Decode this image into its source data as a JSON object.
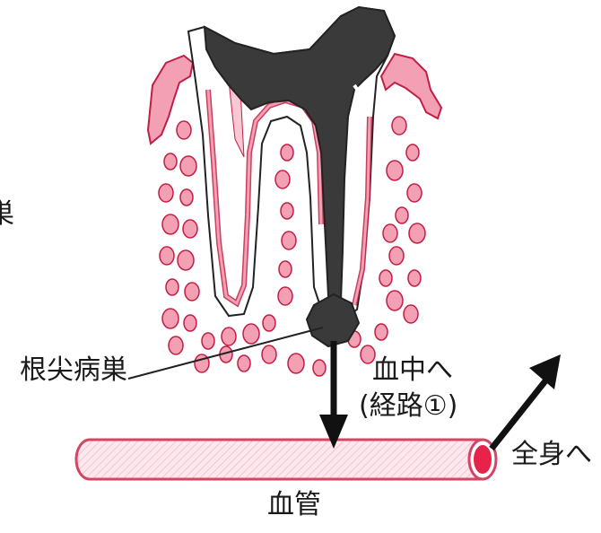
{
  "labels": {
    "edge_fragment": "巣",
    "root_apex_lesion": "根尖病巣",
    "into_blood_line1": "血中へ",
    "into_blood_line2": "(経路①)",
    "whole_body": "全身へ",
    "blood_vessel": "血管"
  },
  "colors": {
    "pink_fill": "#f4a0b4",
    "pink_light": "#fce6ec",
    "red_stroke": "#c01e44",
    "dark_gray": "#3a3a3a",
    "black": "#111111",
    "vessel_fill": "#fde8ee",
    "vessel_stroke": "#d44465",
    "vessel_end": "#e8234a"
  },
  "icons": [
    "tooth-icon",
    "bone-cells",
    "lesion-icon",
    "arrow-down-icon",
    "arrow-up-right-icon",
    "blood-vessel-icon"
  ]
}
